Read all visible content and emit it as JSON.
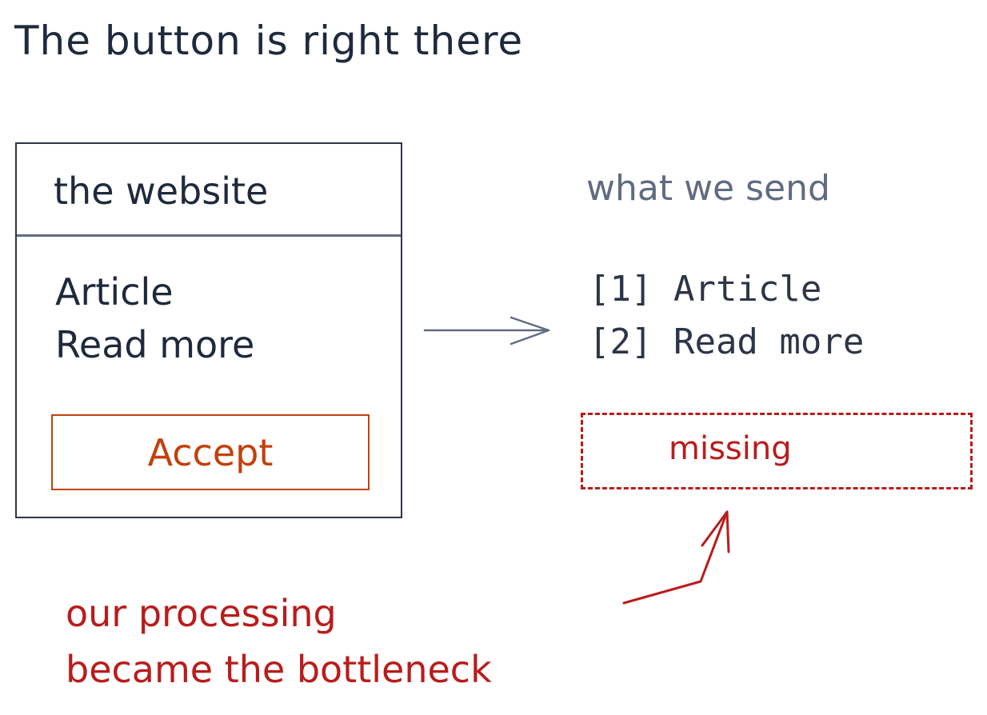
{
  "title": "The button is right there",
  "website": {
    "title": "the website",
    "lines": [
      "Article",
      "Read more"
    ],
    "button_label": "Accept"
  },
  "send": {
    "label": "what we send",
    "items": [
      "[1] Article",
      "[2] Read more"
    ],
    "missing_label": "missing"
  },
  "note": {
    "lines": [
      "our processing",
      "became the bottleneck"
    ]
  },
  "colors": {
    "ink": "#1e2a3c",
    "slate": "#5f6b80",
    "accent_orange": "#c2410c",
    "alert_red": "#b91c1c"
  }
}
